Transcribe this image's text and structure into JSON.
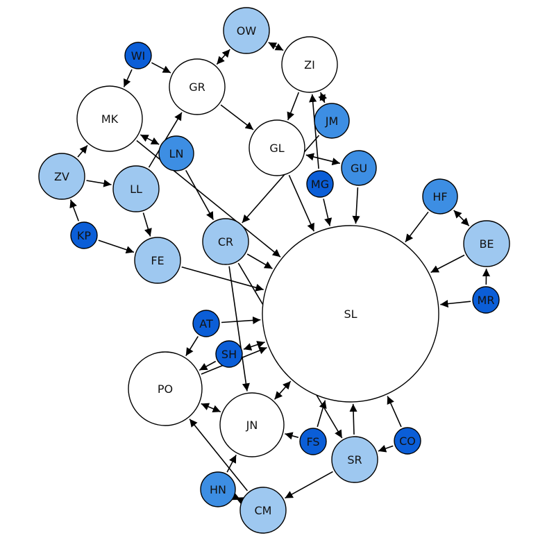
{
  "diagram": {
    "type": "directed-network",
    "colors": {
      "white": "#ffffff",
      "light": "#9ec8f0",
      "medium": "#3d8ee3",
      "dark": "#0b5ed7",
      "edge": "#000000"
    },
    "nodes": [
      {
        "id": "SL",
        "label": "SL",
        "shade": "white"
      },
      {
        "id": "PO",
        "label": "PO",
        "shade": "white"
      },
      {
        "id": "JN",
        "label": "JN",
        "shade": "white"
      },
      {
        "id": "MK",
        "label": "MK",
        "shade": "white"
      },
      {
        "id": "GR",
        "label": "GR",
        "shade": "white"
      },
      {
        "id": "ZI",
        "label": "ZI",
        "shade": "white"
      },
      {
        "id": "GL",
        "label": "GL",
        "shade": "white"
      },
      {
        "id": "OW",
        "label": "OW",
        "shade": "light"
      },
      {
        "id": "ZV",
        "label": "ZV",
        "shade": "light"
      },
      {
        "id": "LL",
        "label": "LL",
        "shade": "light"
      },
      {
        "id": "FE",
        "label": "FE",
        "shade": "light"
      },
      {
        "id": "CR",
        "label": "CR",
        "shade": "light"
      },
      {
        "id": "BE",
        "label": "BE",
        "shade": "light"
      },
      {
        "id": "SR",
        "label": "SR",
        "shade": "light"
      },
      {
        "id": "CM",
        "label": "CM",
        "shade": "light"
      },
      {
        "id": "JM",
        "label": "JM",
        "shade": "medium"
      },
      {
        "id": "GU",
        "label": "GU",
        "shade": "medium"
      },
      {
        "id": "HF",
        "label": "HF",
        "shade": "medium"
      },
      {
        "id": "LN",
        "label": "LN",
        "shade": "medium"
      },
      {
        "id": "HN",
        "label": "HN",
        "shade": "medium"
      },
      {
        "id": "WI",
        "label": "WI",
        "shade": "dark"
      },
      {
        "id": "KP",
        "label": "KP",
        "shade": "dark"
      },
      {
        "id": "MG",
        "label": "MG",
        "shade": "dark"
      },
      {
        "id": "MR",
        "label": "MR",
        "shade": "dark"
      },
      {
        "id": "AT",
        "label": "AT",
        "shade": "dark"
      },
      {
        "id": "SH",
        "label": "SH",
        "shade": "dark"
      },
      {
        "id": "FS",
        "label": "FS",
        "shade": "dark"
      },
      {
        "id": "CO",
        "label": "CO",
        "shade": "dark"
      }
    ],
    "edges": [
      {
        "from": "WI",
        "to": "GR"
      },
      {
        "from": "WI",
        "to": "MK"
      },
      {
        "from": "GR",
        "to": "OW",
        "bidirectional": true
      },
      {
        "from": "OW",
        "to": "ZI",
        "bidirectional": true
      },
      {
        "from": "ZI",
        "to": "GL"
      },
      {
        "from": "JM",
        "to": "ZI",
        "bidirectional": true
      },
      {
        "from": "MG",
        "to": "ZI"
      },
      {
        "from": "MG",
        "to": "SL"
      },
      {
        "from": "GU",
        "to": "GL",
        "bidirectional": true
      },
      {
        "from": "GU",
        "to": "SL"
      },
      {
        "from": "GR",
        "to": "GL"
      },
      {
        "from": "GL",
        "to": "SL"
      },
      {
        "from": "JM",
        "to": "CR"
      },
      {
        "from": "LN",
        "to": "MK",
        "bidirectional": true
      },
      {
        "from": "LN",
        "to": "CR"
      },
      {
        "from": "LL",
        "to": "GR"
      },
      {
        "from": "ZV",
        "to": "MK"
      },
      {
        "from": "ZV",
        "to": "LL"
      },
      {
        "from": "KP",
        "to": "ZV"
      },
      {
        "from": "KP",
        "to": "FE"
      },
      {
        "from": "LL",
        "to": "FE"
      },
      {
        "from": "MK",
        "to": "SL"
      },
      {
        "from": "CR",
        "to": "SL"
      },
      {
        "from": "CR",
        "to": "JN"
      },
      {
        "from": "CR",
        "to": "SR"
      },
      {
        "from": "FE",
        "to": "SL"
      },
      {
        "from": "HF",
        "to": "SL"
      },
      {
        "from": "HF",
        "to": "BE",
        "bidirectional": true
      },
      {
        "from": "BE",
        "to": "SL"
      },
      {
        "from": "MR",
        "to": "BE"
      },
      {
        "from": "MR",
        "to": "SL"
      },
      {
        "from": "AT",
        "to": "SL"
      },
      {
        "from": "AT",
        "to": "PO"
      },
      {
        "from": "SH",
        "to": "SL",
        "bidirectional": true
      },
      {
        "from": "PO",
        "to": "SL"
      },
      {
        "from": "SH",
        "to": "PO"
      },
      {
        "from": "PO",
        "to": "JN",
        "bidirectional": true
      },
      {
        "from": "JN",
        "to": "SL",
        "bidirectional": true
      },
      {
        "from": "FS",
        "to": "JN"
      },
      {
        "from": "FS",
        "to": "SL"
      },
      {
        "from": "SR",
        "to": "SL"
      },
      {
        "from": "CO",
        "to": "SR"
      },
      {
        "from": "CO",
        "to": "SL"
      },
      {
        "from": "SR",
        "to": "CM"
      },
      {
        "from": "HN",
        "to": "CM",
        "bidirectional": true
      },
      {
        "from": "CM",
        "to": "PO"
      },
      {
        "from": "HN",
        "to": "JN"
      }
    ]
  }
}
